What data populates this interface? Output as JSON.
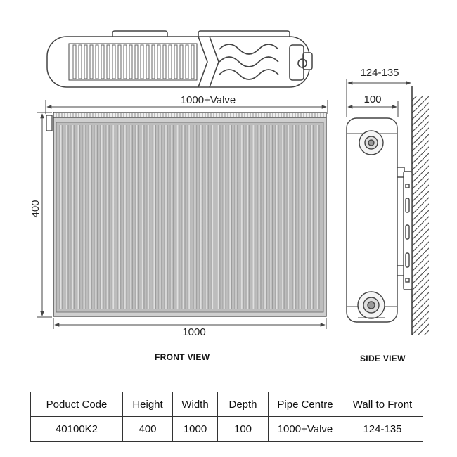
{
  "dimensions": {
    "overall_width": "1000+Valve",
    "width": "1000",
    "height": "400",
    "wall_to_front": "124-135",
    "depth": "100"
  },
  "labels": {
    "front_view": "FRONT VIEW",
    "side_view": "SIDE VIEW"
  },
  "spec_table": {
    "headers": [
      "Poduct Code",
      "Height",
      "Width",
      "Depth",
      "Pipe Centre",
      "Wall to Front"
    ],
    "rows": [
      [
        "40100K2",
        "400",
        "1000",
        "100",
        "1000+Valve",
        "124-135"
      ]
    ]
  },
  "colors": {
    "line": "#444444",
    "fill": "#ffffff"
  }
}
